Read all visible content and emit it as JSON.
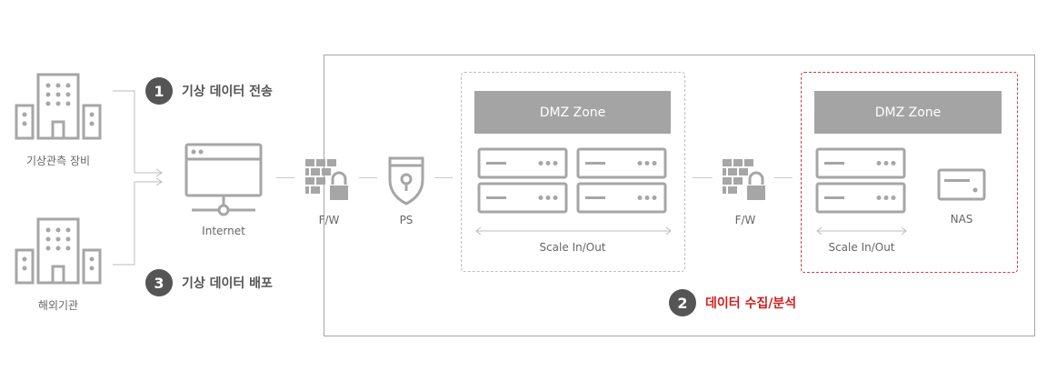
{
  "nodes": {
    "weather_station": "기상관측 장비",
    "overseas_agency": "해외기관",
    "internet": "Internet",
    "fw1": "F/W",
    "ps": "PS",
    "fw2": "F/W",
    "nas": "NAS"
  },
  "steps": [
    {
      "num": "1",
      "text": "기상 데이터 전송"
    },
    {
      "num": "2",
      "text": "데이터 수집/분석"
    },
    {
      "num": "3",
      "text": "기상 데이터 배포"
    }
  ],
  "zones": {
    "left": {
      "title": "DMZ Zone",
      "scale": "Scale In/Out"
    },
    "right": {
      "title": "DMZ Zone",
      "scale": "Scale In/Out"
    }
  },
  "colors": {
    "gray": "#a4a4a4",
    "accent_red": "#d01f1f"
  }
}
